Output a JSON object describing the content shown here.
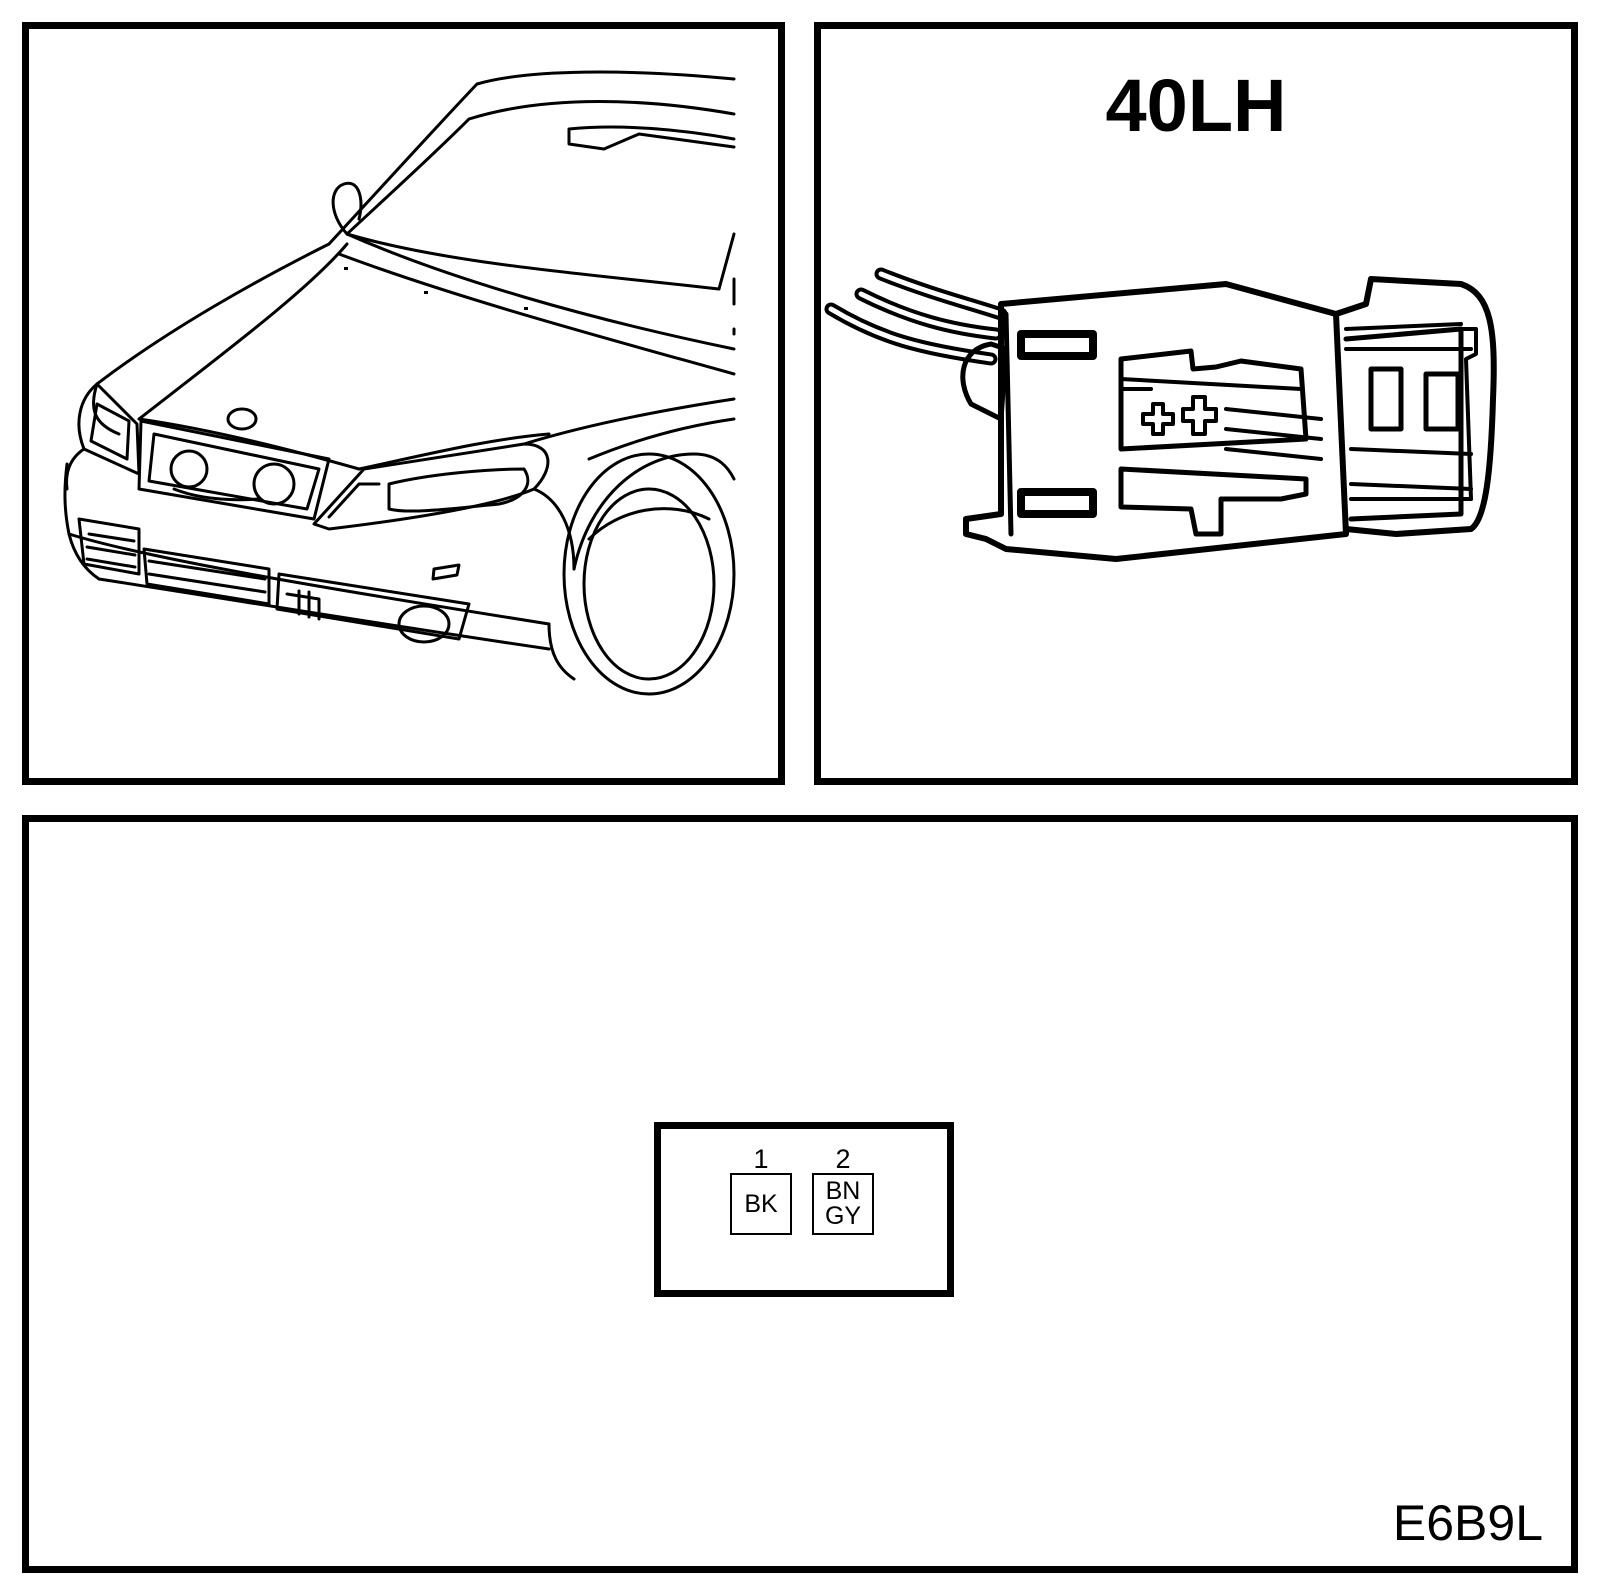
{
  "connector": {
    "title": "40LH",
    "pins": [
      {
        "number": "1",
        "wire_colors": [
          "BK"
        ]
      },
      {
        "number": "2",
        "wire_colors": [
          "BN",
          "GY"
        ]
      }
    ]
  },
  "figure": {
    "code": "E6B9L"
  }
}
